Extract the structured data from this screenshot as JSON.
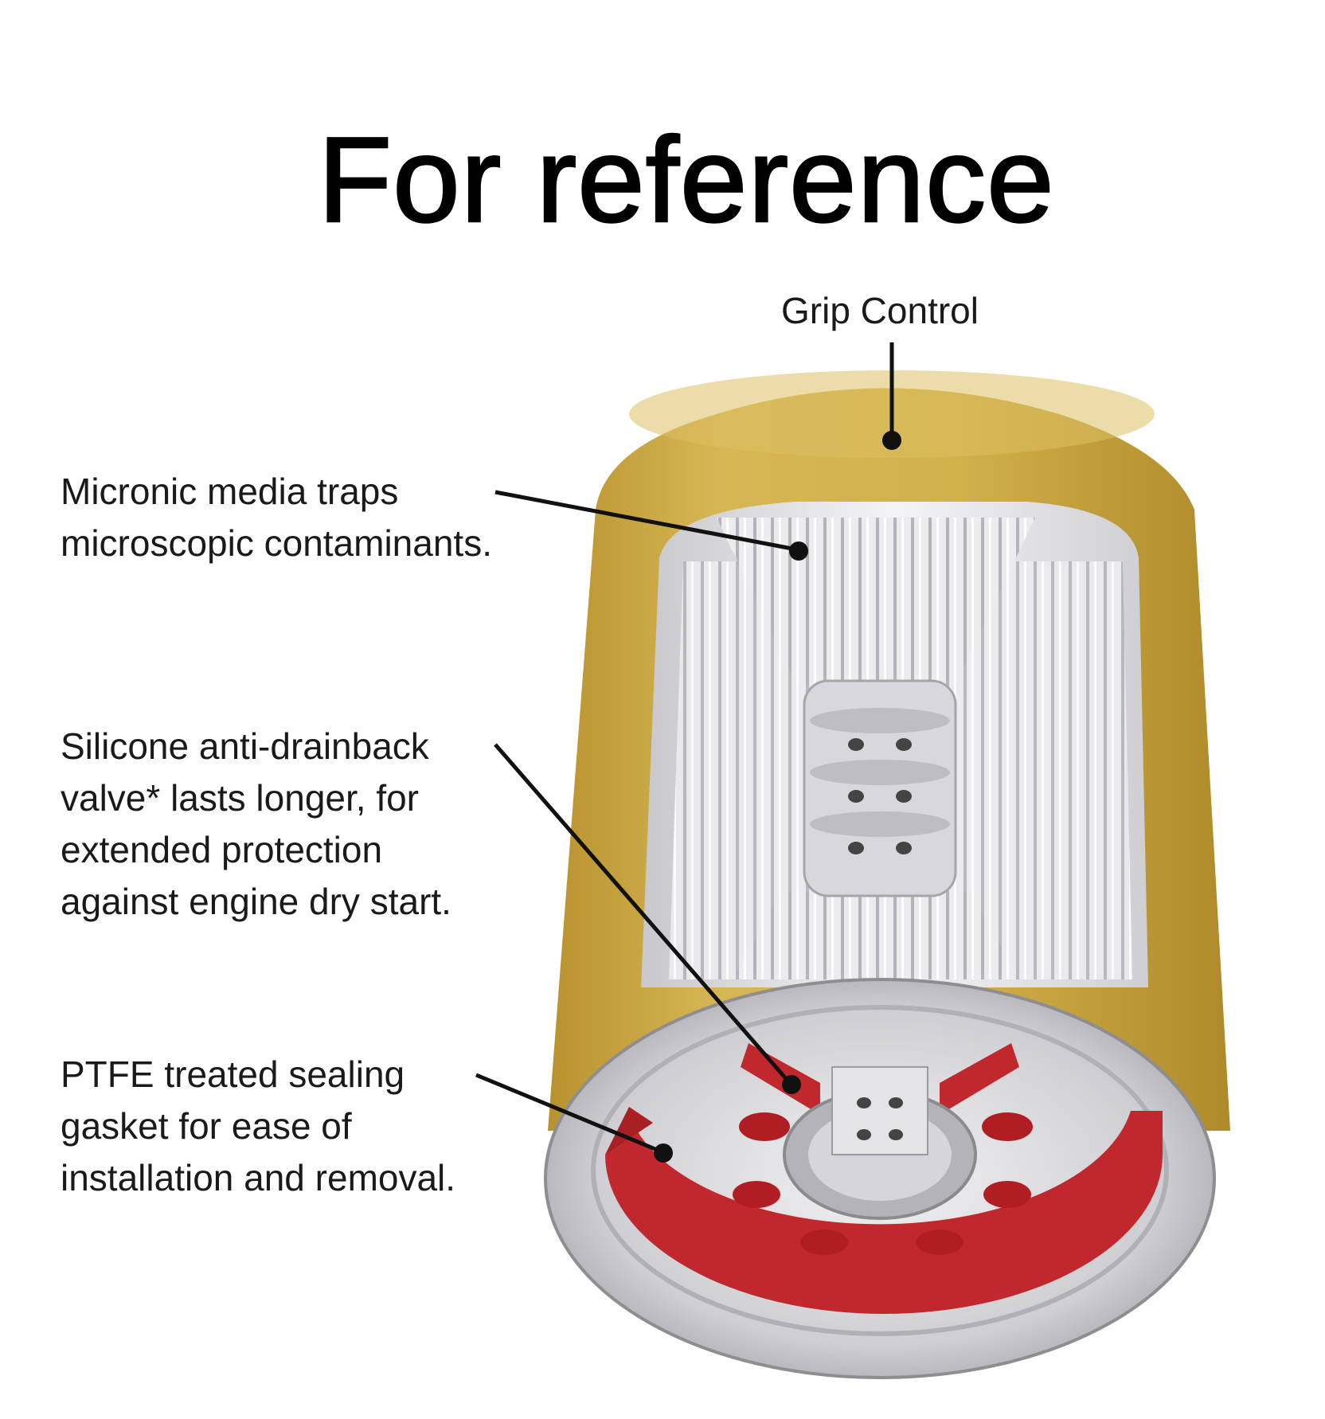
{
  "title": "For reference",
  "callouts": {
    "grip": {
      "lines": [
        "Grip Control"
      ]
    },
    "micronic": {
      "lines": [
        "Micronic media traps",
        "microscopic contaminants."
      ]
    },
    "silicone": {
      "lines": [
        "Silicone anti-drainback",
        "valve* lasts longer, for",
        "extended protection",
        "against engine dry start."
      ]
    },
    "ptfe": {
      "lines": [
        "PTFE treated sealing",
        "gasket for ease of",
        "installation and removal."
      ]
    }
  },
  "colors": {
    "housing": "#d2b04a",
    "housing_shade": "#b8922e",
    "media": "#e8e8ea",
    "metal": "#c9c9cc",
    "gasket_red": "#c0282d",
    "leader": "#111111"
  }
}
